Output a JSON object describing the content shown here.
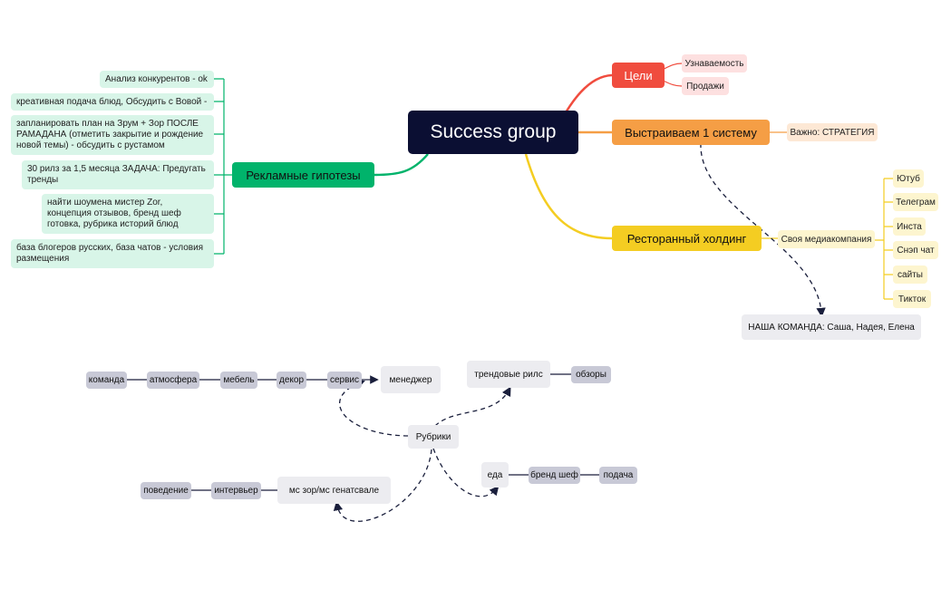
{
  "center": {
    "label": "Success group"
  },
  "main_topics": {
    "goals": "Цели",
    "system": "Выстраиваем 1 систему",
    "holding": "Ресторанный холдинг",
    "ads": "Рекламные гипотезы"
  },
  "goals_items": [
    "Узнаваемость",
    "Продажи"
  ],
  "system_note": "Важно: СТРАТЕГИЯ",
  "holding_note": "Своя медиакомпания",
  "media_channels": [
    "Ютуб",
    "Телеграм",
    "Инста",
    "Снэп чат",
    "сайты",
    "Тикток"
  ],
  "team": "НАША КОМАНДА: Саша, Надея, Елена",
  "ad_hypotheses": [
    "Анализ конкурентов - ok",
    "креативная подача блюд, Обсудить с Вовой -",
    "запланировать план на Зрум + Зор  ПОСЛЕ РАМАДАНА (отметить закрытие и рождение новой темы) - обсудить с рустамом",
    "30 рилз за 1,5 месяца ЗАДАЧА: Предугать тренды",
    "найти шоумена мистер Zor, концепция отзывов, бренд шеф готовка, рубрика историй блюд",
    "база блогеров русских, база чатов - условия размещения"
  ],
  "rubrics": {
    "root": "Рубрики",
    "manager": "менеджер",
    "manager_chain": [
      "команда",
      "атмосфера",
      "мебель",
      "декор",
      "сервис"
    ],
    "trend": "трендовые рилс",
    "trend_chain": [
      "обзоры"
    ],
    "food": "еда",
    "food_chain": [
      "бренд шеф",
      "подача"
    ],
    "mc": "мс зор/мс генатсвале",
    "mc_chain": [
      "поведение",
      "интервьер"
    ]
  },
  "colors": {
    "center": "#0b0f33",
    "green": "#00b36b",
    "red": "#f04c3e",
    "orange": "#f59e45",
    "yellow": "#f4cd22"
  }
}
